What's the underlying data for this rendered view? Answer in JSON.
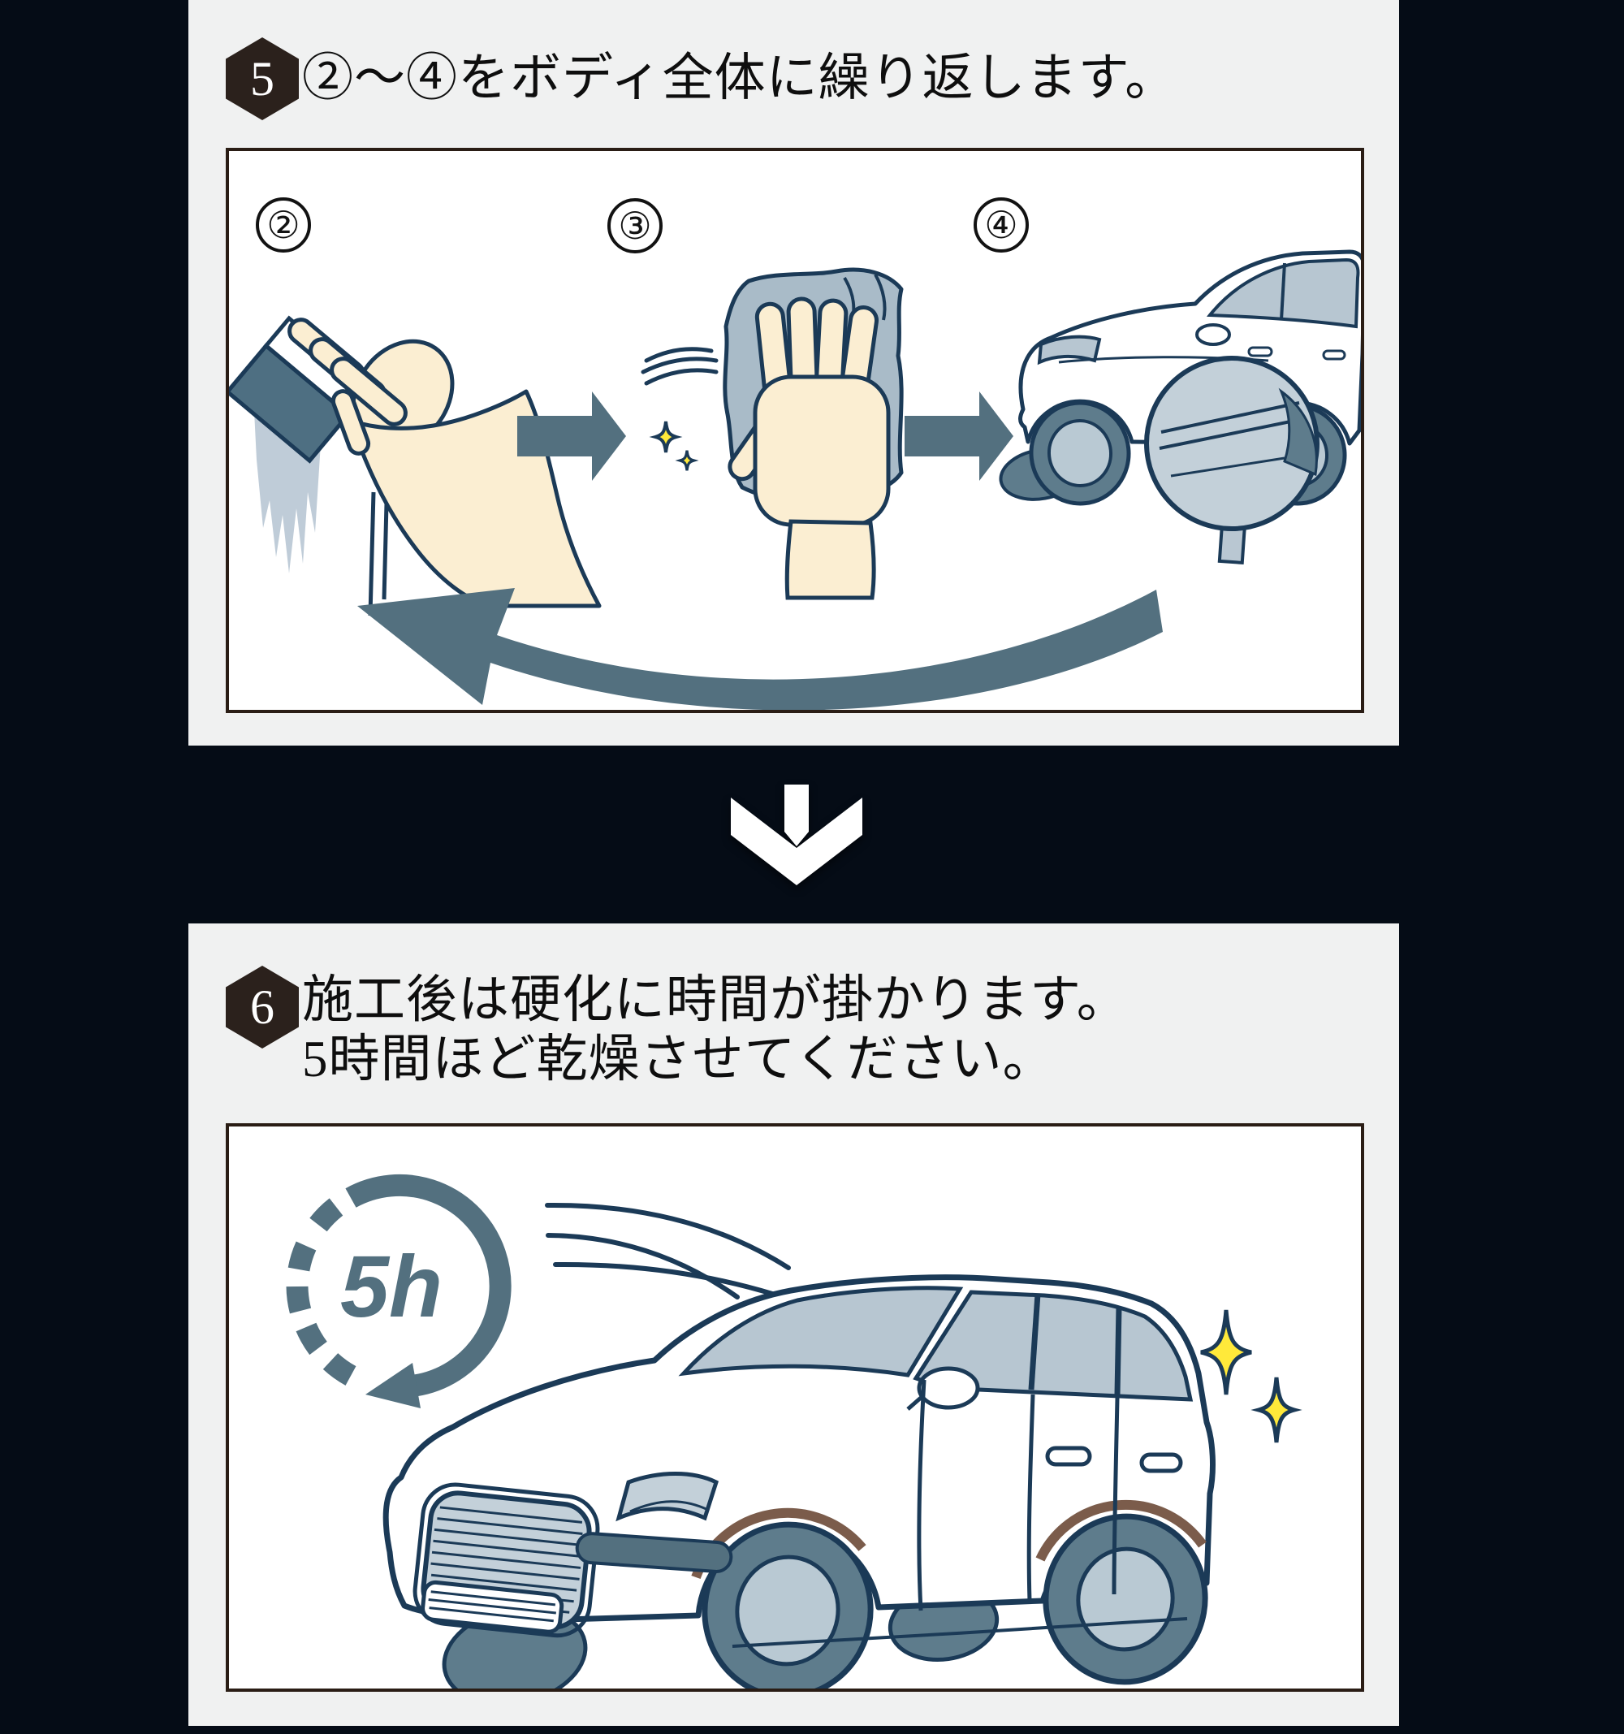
{
  "colors": {
    "page_background": "#050c16",
    "panel_background": "#f0f1f1",
    "box_border": "#2a1d15",
    "step_hexagon": "#2b211c",
    "accent_slate_arrow": "#53707f",
    "illustration_outline_navy": "#1b3a57",
    "cloth_gray_blue": "#a9bbc8",
    "window_glass": "#b7c6d1",
    "skin_tone": "#fbeed2",
    "sparkle_yellow": "#ffe93a",
    "tire_slate": "#5e7c8c",
    "wheel_rim": "#b9c9d3"
  },
  "steps": [
    {
      "number": "5",
      "title": "②～④をボディ全体に繰り返します。",
      "substep_labels": [
        "②",
        "③",
        "④"
      ]
    },
    {
      "number": "6",
      "title_lines": [
        "施工後は硬化に時間が掛かります。",
        "5時間ほど乾燥させてください。"
      ],
      "drying_time_label": "5h"
    }
  ]
}
